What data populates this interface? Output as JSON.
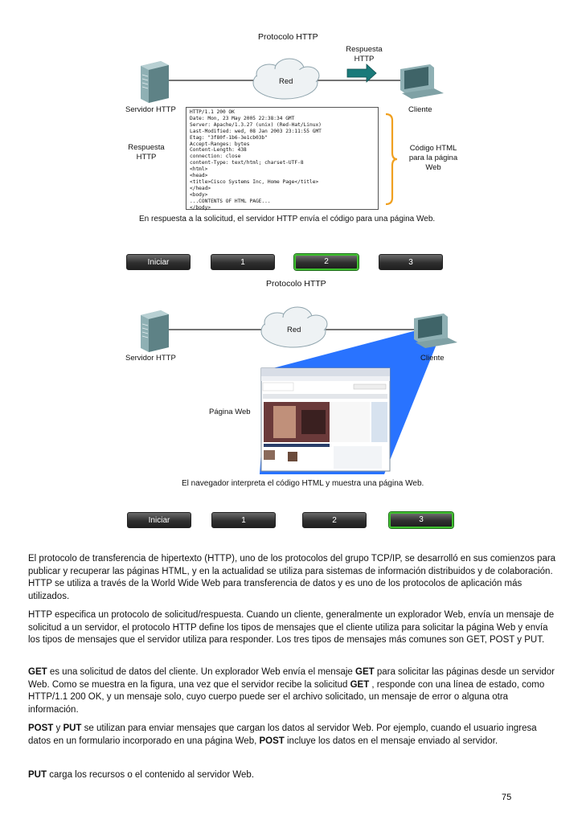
{
  "figure1": {
    "title": "Protocolo HTTP",
    "server_label": "Servidor HTTP",
    "client_label": "Cliente",
    "network_label": "Red",
    "response_arrow_label": "Respuesta HTTP",
    "left_label": "Respuesta HTTP",
    "right_label": "Código HTML para la página Web",
    "code_lines": [
      "HTTP/1.1 200 OK",
      "Date: Mon, 23 May 2005 22:38:34 GMT",
      "Server: Apache/1.3.27 (unix) (Red-Hat/Linux)",
      "Last-Modified: wed, 08 Jan 2003 23:11:55 GMT",
      "Etag: \"3f80f-1b6-3e1cb03b\"",
      "Accept-Ranges: bytes",
      "Content-Length: 438",
      "connection: close",
      "content-Type: text/html; charset-UTF-8",
      "<html>",
      "<head>",
      "<title>Cisco Systems Inc, Home Page</title>",
      "</head>",
      "<body>",
      "...CONTENTS OF HTML PAGE...",
      "</body>"
    ],
    "caption": "En respuesta a la solicitud, el servidor HTTP envía el código para una página Web.",
    "nav": [
      "Iniciar",
      "1",
      "2",
      "3"
    ],
    "active_index": 2
  },
  "figure2": {
    "title": "Protocolo HTTP",
    "server_label": "Servidor HTTP",
    "client_label": "Cliente",
    "network_label": "Red",
    "page_label": "Página Web",
    "caption": "El navegador interpreta el código HTML y muestra una página Web.",
    "nav": [
      "Iniciar",
      "1",
      "2",
      "3"
    ],
    "active_index": 3
  },
  "body": {
    "p1": "El protocolo de transferencia de hipertexto (HTTP), uno de los protocolos del grupo TCP/IP, se desarrolló en sus comienzos para publicar y recuperar las páginas HTML, y en la actualidad se utiliza para sistemas de información distribuidos y de colaboración. HTTP se utiliza a través de la World Wide Web para transferencia de datos y es uno de los protocolos de aplicación más utilizados.",
    "p2": "HTTP especifica un protocolo de solicitud/respuesta. Cuando un cliente, generalmente un explorador Web, envía un mensaje de solicitud a un servidor, el protocolo HTTP define los tipos de mensajes que el cliente utiliza para solicitar la página Web y envía los tipos de mensajes que el servidor utiliza para responder. Los tres tipos de mensajes más comunes son GET, POST y PUT.",
    "p3_b1": "GET",
    "p3_t1": " es una solicitud de datos del cliente. Un explorador Web envía el mensaje ",
    "p3_b2": "GET",
    "p3_t2": " para solicitar las páginas desde un servidor Web. Como se muestra en la figura, una vez que el servidor recibe la solicitud ",
    "p3_b3": "GET",
    "p3_t3": " , responde con una línea de estado, como HTTP/1.1 200 OK, y un mensaje solo, cuyo cuerpo puede ser el archivo solicitado, un mensaje de error o alguna otra información.",
    "p4_b1": "POST",
    "p4_t1": " y ",
    "p4_b2": "PUT",
    "p4_t2": " se utilizan para enviar mensajes que cargan los datos al servidor Web. Por ejemplo, cuando el usuario ingresa datos en un formulario incorporado en una página Web, ",
    "p4_b3": "POST",
    "p4_t3": " incluye los datos en el mensaje enviado al servidor.",
    "p5_b1": "PUT",
    "p5_t1": " carga los recursos o el contenido al servidor Web."
  },
  "page_number": "75",
  "colors": {
    "active_border": "#3fbf2f",
    "beam": "#1e6cff",
    "bracket": "#f0a020",
    "arrow": "#1a7a7a"
  }
}
